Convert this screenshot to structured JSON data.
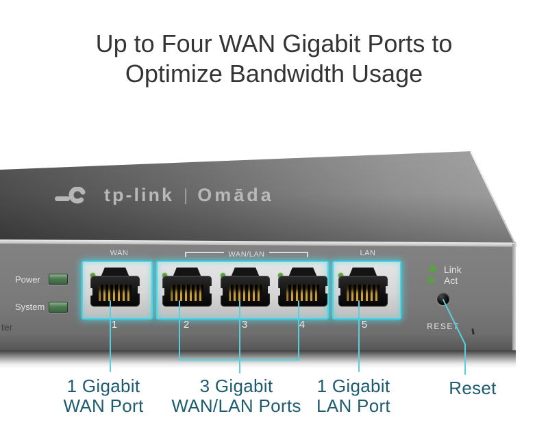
{
  "title": {
    "line1": "Up to Four WAN Gigabit Ports to",
    "line2": "Optimize Bandwidth Usage"
  },
  "device": {
    "logo": {
      "brand": "tp-link",
      "divider": "|",
      "sub_brand": "Omāda"
    },
    "status_leds": [
      {
        "label": "Power"
      },
      {
        "label": "System"
      }
    ],
    "partial_text": "ter",
    "port_group_labels": {
      "wan": "WAN",
      "wan_lan": "WAN/LAN",
      "lan": "LAN"
    },
    "ports": [
      {
        "number": "1"
      },
      {
        "number": "2"
      },
      {
        "number": "3"
      },
      {
        "number": "4"
      },
      {
        "number": "5"
      }
    ],
    "port_leds": {
      "link": "Link",
      "act": "Act"
    },
    "reset_label": "RESET"
  },
  "callouts": {
    "wan": {
      "line1": "1 Gigabit",
      "line2": "WAN Port"
    },
    "wan_lan": {
      "line1": "3 Gigabit",
      "line2": "WAN/LAN Ports"
    },
    "lan": {
      "line1": "1 Gigabit",
      "line2": "LAN Port"
    },
    "reset": {
      "line1": "Reset"
    }
  },
  "colors": {
    "accent_cyan": "#49d6e6",
    "callout_text": "#1d5b70",
    "led_green": "#57a33e",
    "title_text": "#343434"
  }
}
